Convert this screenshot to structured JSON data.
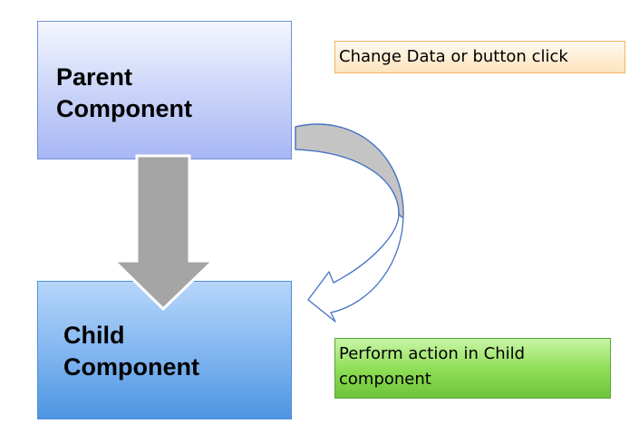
{
  "nodes": {
    "parent": {
      "label": "Parent\nComponent"
    },
    "child": {
      "label": "Child\nComponent"
    }
  },
  "notes": {
    "top": "Change Data or button click",
    "bottom": "Perform action in Child\ncomponent"
  },
  "colors": {
    "down_arrow": "#a5a5a5",
    "curved_arrow_stroke": "#4472c4",
    "curved_arrow_fill": "#c4c4c4"
  }
}
